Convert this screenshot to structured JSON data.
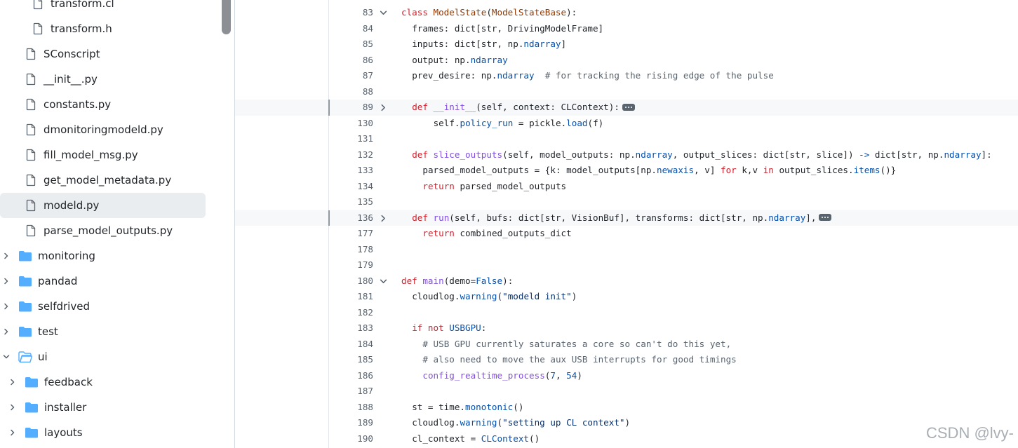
{
  "sidebar": {
    "items": [
      {
        "name": "transform.cl",
        "type": "file",
        "depth": 2
      },
      {
        "name": "transform.h",
        "type": "file",
        "depth": 2
      },
      {
        "name": "SConscript",
        "type": "file",
        "depth": 1
      },
      {
        "name": "__init__.py",
        "type": "file",
        "depth": 1
      },
      {
        "name": "constants.py",
        "type": "file",
        "depth": 1
      },
      {
        "name": "dmonitoringmodeld.py",
        "type": "file",
        "depth": 1
      },
      {
        "name": "fill_model_msg.py",
        "type": "file",
        "depth": 1
      },
      {
        "name": "get_model_metadata.py",
        "type": "file",
        "depth": 1
      },
      {
        "name": "modeld.py",
        "type": "file",
        "depth": 1,
        "selected": true
      },
      {
        "name": "parse_model_outputs.py",
        "type": "file",
        "depth": 1
      },
      {
        "name": "monitoring",
        "type": "folder",
        "depth": 0,
        "expanded": false
      },
      {
        "name": "pandad",
        "type": "folder",
        "depth": 0,
        "expanded": false
      },
      {
        "name": "selfdrived",
        "type": "folder",
        "depth": 0,
        "expanded": false
      },
      {
        "name": "test",
        "type": "folder",
        "depth": 0,
        "expanded": false
      },
      {
        "name": "ui",
        "type": "folder",
        "depth": 0,
        "expanded": true
      },
      {
        "name": "feedback",
        "type": "folder",
        "depth": 1,
        "expanded": false
      },
      {
        "name": "installer",
        "type": "folder",
        "depth": 1,
        "expanded": false
      },
      {
        "name": "layouts",
        "type": "folder",
        "depth": 1,
        "expanded": false
      }
    ]
  },
  "code": {
    "lines": [
      {
        "n": "83",
        "fold": "open",
        "indent": 0,
        "tokens": [
          [
            "kw",
            "class "
          ],
          [
            "cls",
            "ModelState"
          ],
          [
            "",
            "("
          ],
          [
            "cls",
            "ModelStateBase"
          ],
          [
            "",
            "):"
          ]
        ]
      },
      {
        "n": "84",
        "indent": 2,
        "tokens": [
          [
            "",
            "frames: dict[str, DrivingModelFrame]"
          ]
        ]
      },
      {
        "n": "85",
        "indent": 2,
        "tokens": [
          [
            "",
            "inputs: dict[str, np."
          ],
          [
            "attr",
            "ndarray"
          ],
          [
            "",
            "]"
          ]
        ]
      },
      {
        "n": "86",
        "indent": 2,
        "tokens": [
          [
            "",
            "output: np."
          ],
          [
            "attr",
            "ndarray"
          ]
        ]
      },
      {
        "n": "87",
        "indent": 2,
        "tokens": [
          [
            "",
            "prev_desire: np."
          ],
          [
            "attr",
            "ndarray"
          ],
          [
            "",
            "  "
          ],
          [
            "cm",
            "# for tracking the rising edge of the pulse"
          ]
        ]
      },
      {
        "n": "88",
        "indent": 0,
        "tokens": []
      },
      {
        "n": "89",
        "fold": "closed",
        "hl": true,
        "ellipsis": true,
        "indent": 2,
        "tokens": [
          [
            "kw",
            "def "
          ],
          [
            "fn",
            "__init__"
          ],
          [
            "",
            "(self, context: CLContext):"
          ]
        ]
      },
      {
        "n": "130",
        "indent": 6,
        "tokens": [
          [
            "",
            "self."
          ],
          [
            "attr",
            "policy_run"
          ],
          [
            "",
            " = pickle."
          ],
          [
            "attr",
            "load"
          ],
          [
            "",
            "(f)"
          ]
        ]
      },
      {
        "n": "131",
        "indent": 0,
        "tokens": []
      },
      {
        "n": "132",
        "indent": 2,
        "tokens": [
          [
            "kw",
            "def "
          ],
          [
            "fn",
            "slice_outputs"
          ],
          [
            "",
            "(self, model_outputs: np."
          ],
          [
            "attr",
            "ndarray"
          ],
          [
            "",
            ", output_slices: dict[str, slice]) "
          ],
          [
            "attr",
            "->"
          ],
          [
            "",
            " dict[str, np."
          ],
          [
            "attr",
            "ndarray"
          ],
          [
            "",
            "]:"
          ]
        ]
      },
      {
        "n": "133",
        "indent": 4,
        "tokens": [
          [
            "",
            "parsed_model_outputs = {k: model_outputs[np."
          ],
          [
            "attr",
            "newaxis"
          ],
          [
            "",
            ", v] "
          ],
          [
            "kw",
            "for"
          ],
          [
            "",
            " k,v "
          ],
          [
            "kw",
            "in"
          ],
          [
            "",
            " output_slices."
          ],
          [
            "attr",
            "items"
          ],
          [
            "",
            "()}"
          ]
        ]
      },
      {
        "n": "134",
        "indent": 4,
        "tokens": [
          [
            "kw",
            "return"
          ],
          [
            "",
            " parsed_model_outputs"
          ]
        ]
      },
      {
        "n": "135",
        "indent": 0,
        "tokens": []
      },
      {
        "n": "136",
        "fold": "closed",
        "hl": true,
        "ellipsis": true,
        "indent": 2,
        "tokens": [
          [
            "kw",
            "def "
          ],
          [
            "fn",
            "run"
          ],
          [
            "",
            "(self, bufs: dict[str, VisionBuf], transforms: dict[str, np."
          ],
          [
            "attr",
            "ndarray"
          ],
          [
            "",
            "],"
          ]
        ]
      },
      {
        "n": "177",
        "indent": 4,
        "tokens": [
          [
            "kw",
            "return"
          ],
          [
            "",
            " combined_outputs_dict"
          ]
        ]
      },
      {
        "n": "178",
        "indent": 0,
        "tokens": []
      },
      {
        "n": "179",
        "indent": 0,
        "tokens": []
      },
      {
        "n": "180",
        "fold": "open",
        "indent": 0,
        "tokens": [
          [
            "kw",
            "def "
          ],
          [
            "fn",
            "main"
          ],
          [
            "",
            "(demo="
          ],
          [
            "attr",
            "False"
          ],
          [
            "",
            "):"
          ]
        ]
      },
      {
        "n": "181",
        "indent": 2,
        "tokens": [
          [
            "",
            "cloudlog."
          ],
          [
            "attr",
            "warning"
          ],
          [
            "",
            "("
          ],
          [
            "str",
            "\"modeld init\""
          ],
          [
            "",
            ")"
          ]
        ]
      },
      {
        "n": "182",
        "indent": 0,
        "tokens": []
      },
      {
        "n": "183",
        "indent": 2,
        "tokens": [
          [
            "kw",
            "if not "
          ],
          [
            "attr",
            "USBGPU"
          ],
          [
            "",
            ":"
          ]
        ]
      },
      {
        "n": "184",
        "indent": 4,
        "tokens": [
          [
            "cm",
            "# USB GPU currently saturates a core so can't do this yet,"
          ]
        ]
      },
      {
        "n": "185",
        "indent": 4,
        "tokens": [
          [
            "cm",
            "# also need to move the aux USB interrupts for good timings"
          ]
        ]
      },
      {
        "n": "186",
        "indent": 4,
        "tokens": [
          [
            "fn",
            "config_realtime_process"
          ],
          [
            "",
            "("
          ],
          [
            "attr",
            "7"
          ],
          [
            "",
            ", "
          ],
          [
            "attr",
            "54"
          ],
          [
            "",
            ")"
          ]
        ]
      },
      {
        "n": "187",
        "indent": 0,
        "tokens": []
      },
      {
        "n": "188",
        "indent": 2,
        "tokens": [
          [
            "",
            "st = time."
          ],
          [
            "attr",
            "monotonic"
          ],
          [
            "",
            "()"
          ]
        ]
      },
      {
        "n": "189",
        "indent": 2,
        "tokens": [
          [
            "",
            "cloudlog."
          ],
          [
            "attr",
            "warning"
          ],
          [
            "",
            "("
          ],
          [
            "str",
            "\"setting up CL context\""
          ],
          [
            "",
            ")"
          ]
        ]
      },
      {
        "n": "190",
        "indent": 2,
        "tokens": [
          [
            "",
            "cl_context = "
          ],
          [
            "attr",
            "CLContext"
          ],
          [
            "",
            "()"
          ]
        ]
      }
    ]
  },
  "watermark": "CSDN @lvy-",
  "colors": {
    "folder": "#54aeff",
    "accent": "#0969da",
    "keyword": "#cf222e",
    "function": "#8250df",
    "constant": "#0550ae",
    "string": "#0a3069",
    "comment": "#59636e"
  }
}
